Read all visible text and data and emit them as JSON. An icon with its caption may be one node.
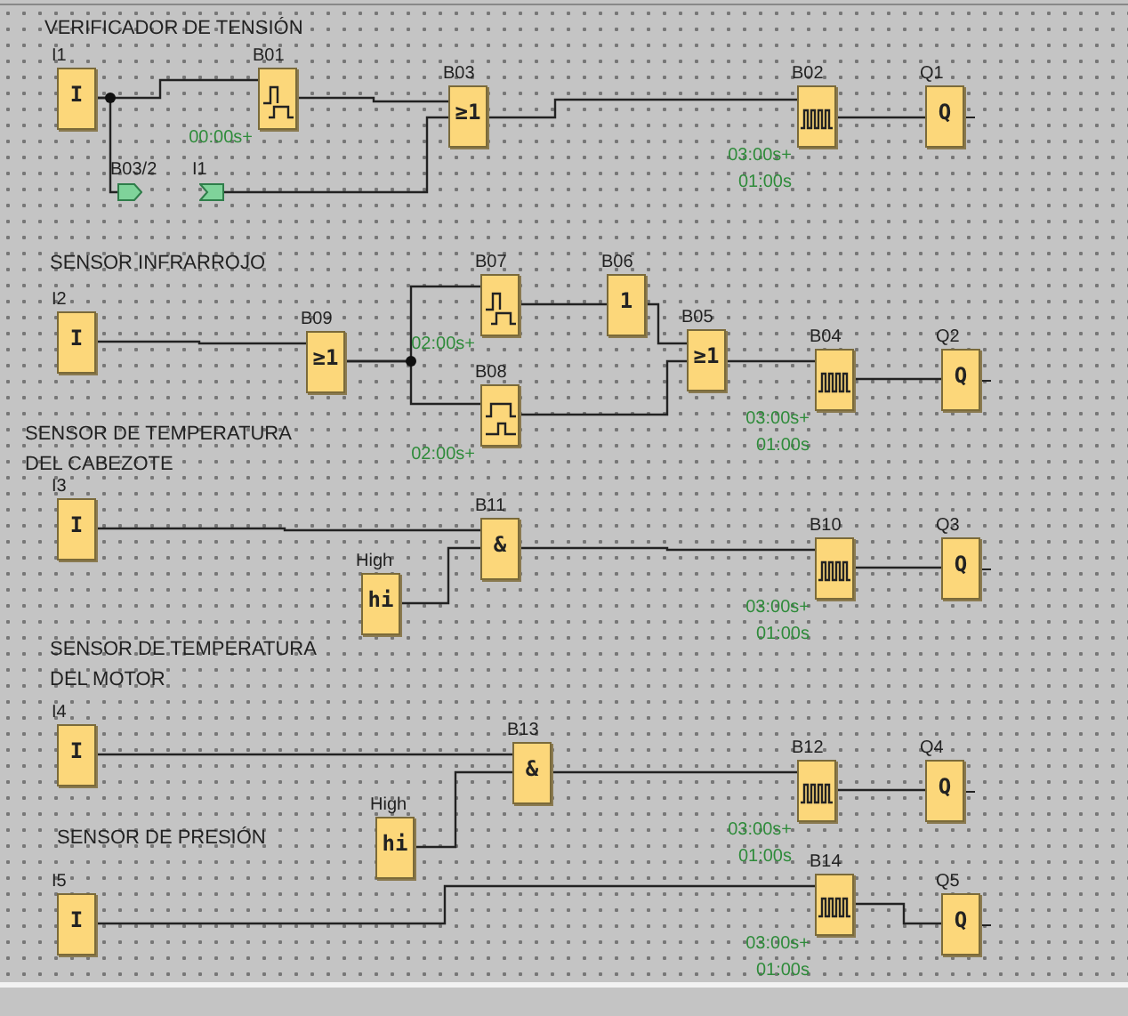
{
  "diagram": {
    "nodes": [
      {
        "text": [
          "I1",
          "I"
        ]
      },
      {
        "text": [
          "B01"
        ],
        "beside": [
          "00:00s+"
        ]
      },
      {
        "text": [
          "B03",
          "≥1"
        ]
      },
      {
        "text": [
          "B02"
        ],
        "beside": [
          "03:00s+",
          "01:00s"
        ]
      },
      {
        "text": [
          "Q1",
          "Q"
        ]
      },
      {
        "text": [
          "B03/2"
        ]
      },
      {
        "text": [
          "I1"
        ]
      },
      {
        "text": [
          "I2",
          "I"
        ]
      },
      {
        "text": [
          "B09",
          "≥1"
        ]
      },
      {
        "text": [
          "B07"
        ],
        "beside": [
          "02:00s+"
        ]
      },
      {
        "text": [
          "B08"
        ],
        "beside": [
          "02:00s+"
        ]
      },
      {
        "text": [
          "B06",
          "1"
        ]
      },
      {
        "text": [
          "B05",
          "≥1"
        ]
      },
      {
        "text": [
          "B04"
        ],
        "beside": [
          "03:00s+",
          "01:00s"
        ]
      },
      {
        "text": [
          "Q2",
          "Q"
        ]
      },
      {
        "text": [
          "I3",
          "I"
        ]
      },
      {
        "text": [
          "High",
          "hi"
        ]
      },
      {
        "text": [
          "B11",
          "&"
        ]
      },
      {
        "text": [
          "B10"
        ],
        "beside": [
          "03:00s+",
          "01:00s"
        ]
      },
      {
        "text": [
          "Q3",
          "Q"
        ]
      },
      {
        "text": [
          "I4",
          "I"
        ]
      },
      {
        "text": [
          "High",
          "hi"
        ]
      },
      {
        "text": [
          "B13",
          "&"
        ]
      },
      {
        "text": [
          "B12"
        ],
        "beside": [
          "03:00s+",
          "01:00s"
        ]
      },
      {
        "text": [
          "Q4",
          "Q"
        ]
      },
      {
        "text": [
          "I5",
          "I"
        ]
      },
      {
        "text": [
          "B14"
        ],
        "beside": [
          "03:00s+",
          "01:00s"
        ]
      },
      {
        "text": [
          "Q5",
          "Q"
        ]
      }
    ],
    "edges": [
      {
        "from": 0,
        "to": 1,
        "arrow": "none"
      },
      {
        "from": 0,
        "to": 5,
        "arrow": "none"
      },
      {
        "from": 1,
        "to": 2,
        "arrow": "none"
      },
      {
        "from": 6,
        "to": 2,
        "arrow": "none"
      },
      {
        "from": 2,
        "to": 3,
        "arrow": "none"
      },
      {
        "from": 3,
        "to": 4,
        "arrow": "none"
      },
      {
        "from": 7,
        "to": 8,
        "arrow": "none"
      },
      {
        "from": 8,
        "to": 9,
        "arrow": "none"
      },
      {
        "from": 8,
        "to": 10,
        "arrow": "none"
      },
      {
        "from": 9,
        "to": 11,
        "arrow": "none"
      },
      {
        "from": 11,
        "to": 12,
        "arrow": "none"
      },
      {
        "from": 10,
        "to": 12,
        "arrow": "none"
      },
      {
        "from": 12,
        "to": 13,
        "arrow": "none"
      },
      {
        "from": 13,
        "to": 14,
        "arrow": "none"
      },
      {
        "from": 15,
        "to": 17,
        "arrow": "none"
      },
      {
        "from": 16,
        "to": 17,
        "arrow": "none"
      },
      {
        "from": 17,
        "to": 18,
        "arrow": "none"
      },
      {
        "from": 18,
        "to": 19,
        "arrow": "none"
      },
      {
        "from": 20,
        "to": 22,
        "arrow": "none"
      },
      {
        "from": 21,
        "to": 22,
        "arrow": "none"
      },
      {
        "from": 22,
        "to": 23,
        "arrow": "none"
      },
      {
        "from": 23,
        "to": 24,
        "arrow": "none"
      },
      {
        "from": 25,
        "to": 26,
        "arrow": "none"
      },
      {
        "from": 26,
        "to": 27,
        "arrow": "none"
      }
    ],
    "labels": [
      "VERIFICADOR DE TENSIÓN",
      "SENSOR INFRARROJO",
      "SENSOR DE TEMPERATURA DEL CABEZOTE",
      "SENSOR DE TEMPERATURA DEL MOTOR",
      "SENSOR DE PRESIÓN"
    ]
  }
}
